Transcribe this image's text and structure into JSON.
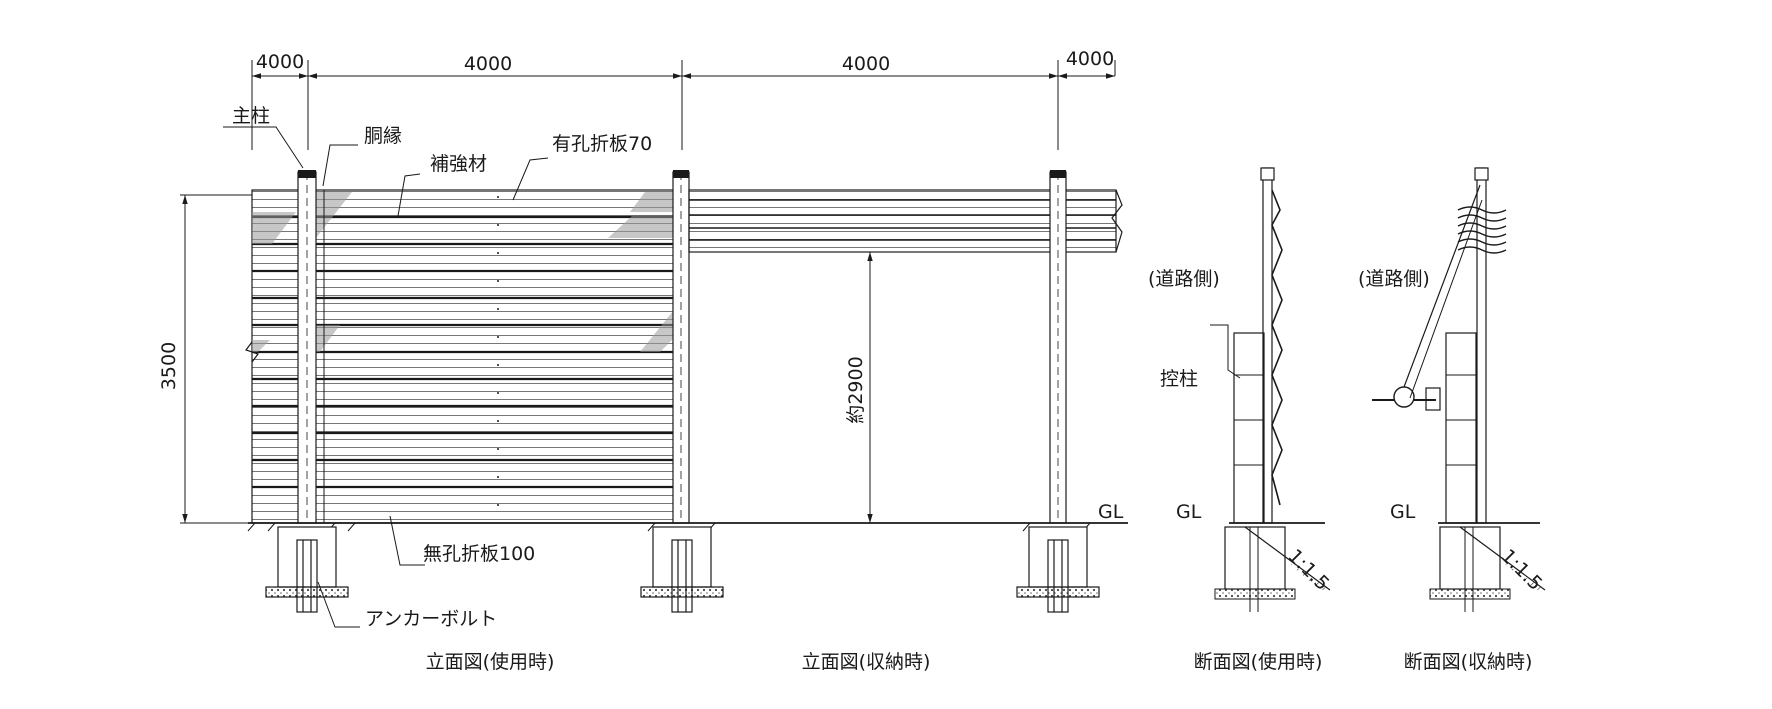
{
  "dimensions": {
    "top_spans": [
      "4000",
      "4000",
      "4000",
      "4000"
    ],
    "height_total": "3500",
    "storage_clearance": "約2900"
  },
  "labels": {
    "main_post": "主柱",
    "body_edge": "胴縁",
    "reinforcement": "補強材",
    "perforated_panel": "有孔折板70",
    "solid_panel": "無孔折板100",
    "anchor_bolt": "アンカーボルト",
    "road_side_1": "(道路側)",
    "road_side_2": "(道路側)",
    "brace_post": "控柱",
    "gl_1": "GL",
    "gl_2": "GL",
    "gl_3": "GL",
    "slope_1": "1:1.5",
    "slope_2": "1:1.5"
  },
  "captions": {
    "elevation_in_use": "立面図(使用時)",
    "elevation_stored": "立面図(収納時)",
    "section_in_use": "断面図(使用時)",
    "section_stored": "断面図(収納時)"
  }
}
